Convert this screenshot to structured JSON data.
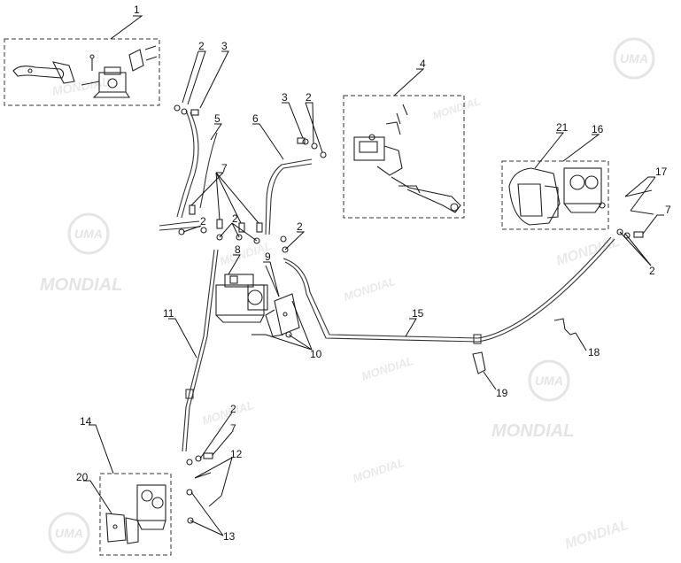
{
  "colors": {
    "line": "#222222",
    "watermark": "#d8d8d8",
    "background": "#ffffff"
  },
  "watermark": {
    "logo_text": "UMA",
    "brand_text": "MONDIAL"
  },
  "callouts": [
    "1",
    "2",
    "3",
    "4",
    "5",
    "6",
    "7",
    "8",
    "9",
    "10",
    "11",
    "12",
    "13",
    "14",
    "15",
    "16",
    "17",
    "18",
    "19",
    "20",
    "21"
  ]
}
